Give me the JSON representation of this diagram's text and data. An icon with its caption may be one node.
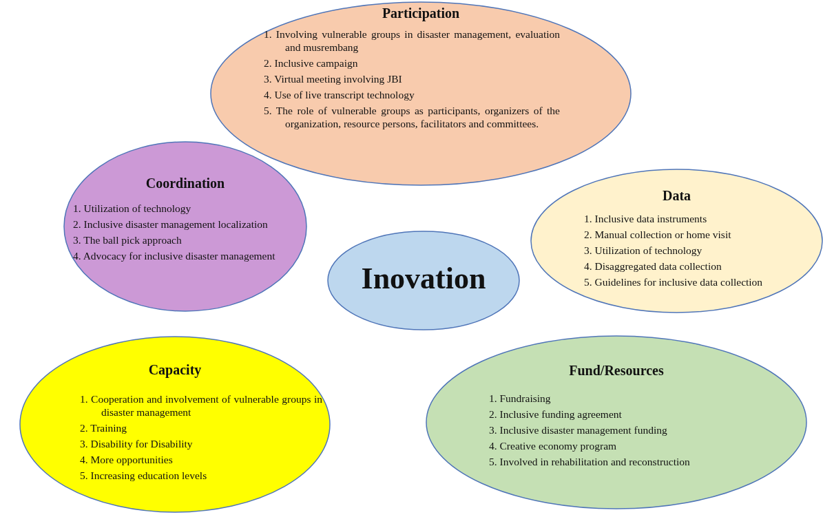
{
  "diagram": {
    "nodes": [
      {
        "text": [
          "Participation",
          "1. Involving vulnerable groups in disaster management, evaluation and musrembang",
          "2. Inclusive campaign",
          "3. Virtual meeting involving JBI",
          "4. Use of live transcript technology",
          "5. The role of vulnerable groups as participants, organizers of the organization, resource persons, facilitators and committees."
        ]
      },
      {
        "text": [
          "Coordination",
          "1. Utilization of technology",
          "2. Inclusive disaster management localization",
          "3. The ball pick approach",
          "4. Advocacy for inclusive disaster management"
        ]
      },
      {
        "text": [
          "Data",
          "1. Inclusive data instruments",
          "2. Manual collection or home visit",
          "3. Utilization of technology",
          "4. Disaggregated data collection",
          "5. Guidelines for inclusive data collection"
        ]
      },
      {
        "text": [
          "Inovation"
        ]
      },
      {
        "text": [
          "Capacity",
          "1. Cooperation and involvement of vulnerable groups in disaster management",
          "2. Training",
          "3. Disability for Disability",
          "4. More opportunities",
          "5. Increasing education levels"
        ]
      },
      {
        "text": [
          "Fund/Resources",
          "1. Fundraising",
          "2. Inclusive funding agreement",
          "3. Inclusive disaster management funding",
          "4. Creative economy program",
          "5. Involved in rehabilitation and reconstruction"
        ]
      }
    ]
  }
}
